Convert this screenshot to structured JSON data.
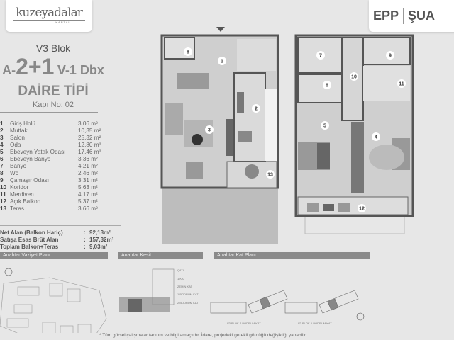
{
  "brand": {
    "name": "kuzeyadalar",
    "sub": "KARTAL"
  },
  "partners": [
    "EPP",
    "ŞUA"
  ],
  "title": {
    "blok": "V3 Blok",
    "prefix": "A-",
    "type": "2+1",
    "suffix": "V-1 Dbx",
    "daire": "DAİRE TİPİ",
    "kapi": "Kapı No: 02"
  },
  "rooms": [
    {
      "n": "1",
      "label": "Giriş Holü",
      "area": "3,06 m²"
    },
    {
      "n": "2",
      "label": "Mutfak",
      "area": "10,35 m²"
    },
    {
      "n": "3",
      "label": "Salon",
      "area": "25,32 m²"
    },
    {
      "n": "4",
      "label": "Oda",
      "area": "12,80 m²"
    },
    {
      "n": "5",
      "label": "Ebeveyn Yatak Odası",
      "area": "17,46 m²"
    },
    {
      "n": "6",
      "label": "Ebeveyn Banyo",
      "area": "3,36 m²"
    },
    {
      "n": "7",
      "label": "Banyo",
      "area": "4,21 m²"
    },
    {
      "n": "8",
      "label": "Wc",
      "area": "2,46 m²"
    },
    {
      "n": "9",
      "label": "Çamaşır Odası",
      "area": "3,31 m²"
    },
    {
      "n": "10",
      "label": "Koridor",
      "area": "5,63 m²"
    },
    {
      "n": "11",
      "label": "Merdiven",
      "area": "4,17 m²"
    },
    {
      "n": "12",
      "label": "Açık Balkon",
      "area": "5,37 m²"
    },
    {
      "n": "13",
      "label": "Teras",
      "area": "3,66 m²"
    }
  ],
  "totals": [
    {
      "label": "Net Alan (Balkon Hariç)",
      "value": "92,13m²"
    },
    {
      "label": "Satışa Esas Brüt Alan",
      "value": "157,32m²"
    },
    {
      "label": "Toplam Balkon+Teras",
      "value": "9,03m²"
    }
  ],
  "sections": {
    "vaziyet": "Anahtar Vaziyet Planı",
    "kesit": "Anahtar Kesit",
    "kat": "Anahtar Kat Planı"
  },
  "kesit_levels": [
    "ÇATI",
    "1.KAT",
    "ZEMİN KAT",
    "1.BODRUM KAT",
    "2.BODRUM KAT"
  ],
  "kat_labels": [
    "V3 BLOK-2.BODRUM KAT",
    "V3 BLOK-1.BODRUM KAT"
  ],
  "note": "* Tüm görsel çalışmalar tanıtım ve bilgi amaçlıdır. İdare, projedeki gerekli gördüğü değişikliği yapabilir."
}
